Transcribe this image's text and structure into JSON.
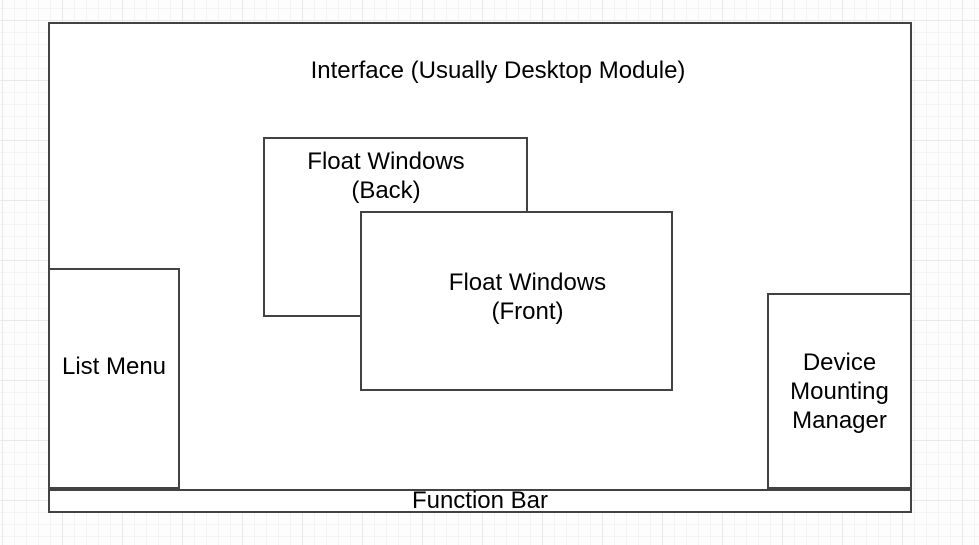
{
  "diagram": {
    "nodes": {
      "interface": {
        "label": "Interface (Usually Desktop Module)"
      },
      "float_back": {
        "label": "Float Windows\n(Back)"
      },
      "float_front": {
        "label": "Float Windows\n(Front)"
      },
      "list_menu": {
        "label": "List Menu"
      },
      "device_mounting_manager": {
        "label": "Device\nMounting\nManager"
      },
      "function_bar": {
        "label": "Function Bar"
      }
    },
    "colors": {
      "node_border": "#424242",
      "node_fill": "#ffffff",
      "text": "#000000",
      "canvas_background": "#fdfdfd",
      "grid_minor_line": "#f4f4f4",
      "grid_major_line": "#e9e9e9"
    }
  }
}
